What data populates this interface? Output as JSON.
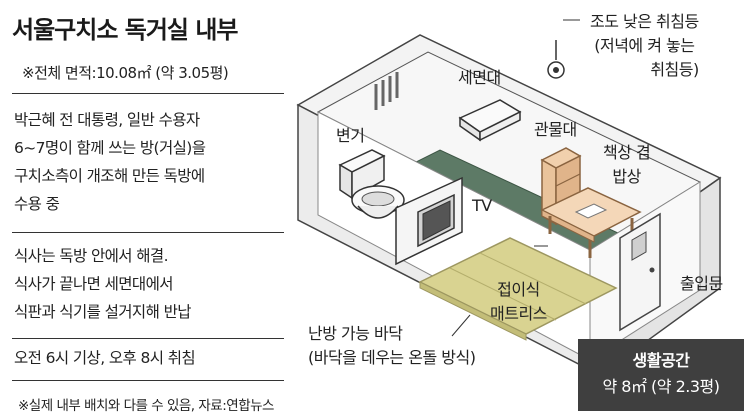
{
  "title": "서울구치소 독거실 내부",
  "area_note": "※전체 면적:10.08㎡ (약 3.05평)",
  "paragraphs": [
    [
      "박근혜 전 대통령, 일반 수용자",
      "6~7명이 함께 쓰는 방(거실)을",
      "구치소측이 개조해 만든 독방에",
      "수용 중"
    ],
    [
      "식사는 독방 안에서 해결.",
      "식사가 끝나면 세면대에서",
      "식판과 식기를 설거지해 반납"
    ],
    [
      "오전 6시 기상, 오후 8시 취침"
    ]
  ],
  "footnote": "※실제 내부 배치와 다를 수 있음, 자료:연합뉴스",
  "labels": {
    "light": [
      "조도 낮은 취침등",
      "(저녁에 켜 놓는",
      "취침등)"
    ],
    "washbasin": "세면대",
    "toilet": "변기",
    "cupboard": "관물대",
    "desk": [
      "책상 겸",
      "밥상"
    ],
    "tv": "TV",
    "mattress": [
      "접이식",
      "매트리스"
    ],
    "door": "출입문",
    "floor": [
      "난방 가능 바닥",
      "(바닥을 데우는 온돌 방식)"
    ]
  },
  "living_space": {
    "title": "생활공간",
    "value": "약 8㎡ (약 2.3평)"
  },
  "colors": {
    "wall": "#f3f3f3",
    "floor": "#5d7a66",
    "mattress": "#d9d391",
    "badge": "#3f3f3f",
    "wood": "#e9c39b"
  }
}
